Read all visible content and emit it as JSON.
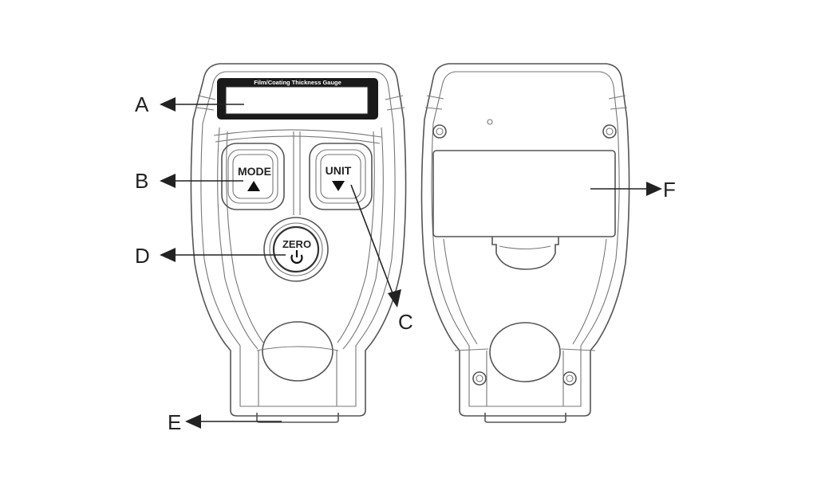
{
  "device": {
    "screen_title": "Film/Coating Thickness Gauge",
    "buttons": {
      "mode_label": "MODE",
      "unit_label": "UNIT",
      "zero_label": "ZERO"
    },
    "icons": {
      "mode_arrow": "triangle-up-icon",
      "unit_arrow": "triangle-down-icon",
      "zero_power": "power-icon"
    }
  },
  "callouts": {
    "a": "A",
    "b": "B",
    "c": "C",
    "d": "D",
    "e": "E",
    "f": "F"
  },
  "colors": {
    "stroke": "#555555",
    "screen": "#1a1a1a",
    "arrow": "#222222"
  }
}
